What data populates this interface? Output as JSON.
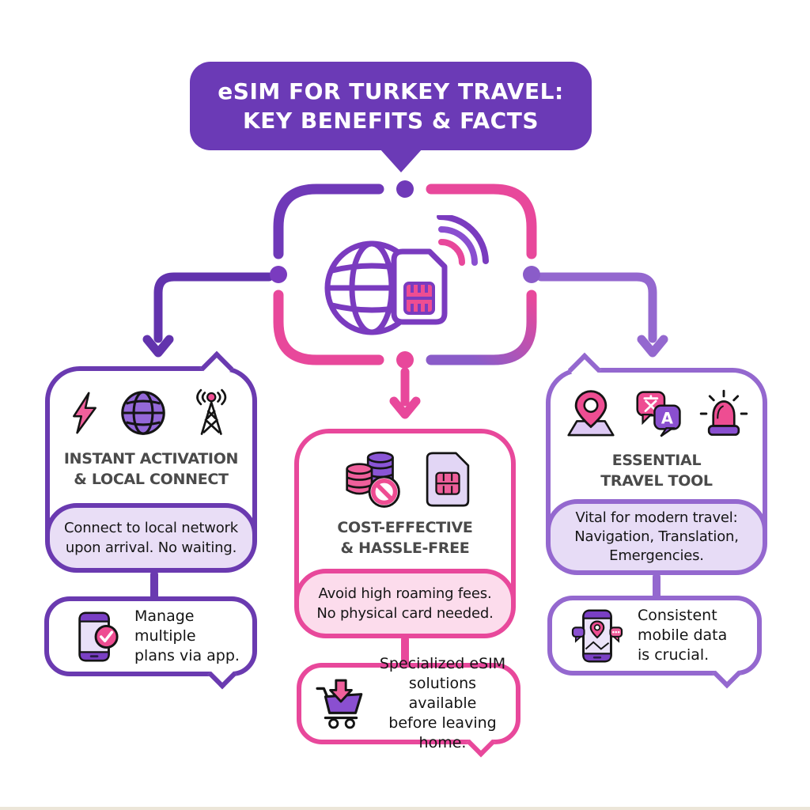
{
  "header": {
    "lines": [
      "eSIM FOR TURKEY TRAVEL:",
      "KEY BENEFITS & FACTS"
    ]
  },
  "center_graphic": {
    "icon": "globe-sim-wifi-icon",
    "description": "globe with eSIM card and wireless signal"
  },
  "columns": [
    {
      "key": "activation",
      "accent": "#6a3ab0",
      "icons": [
        "lightning-icon",
        "globe-icon",
        "antenna-icon"
      ],
      "title_lines": [
        "INSTANT ACTIVATION",
        "& LOCAL CONNECT"
      ],
      "highlight_lines": [
        "Connect to local network",
        "upon arrival. No waiting."
      ],
      "note": {
        "icon": "phone-check-icon",
        "lines": [
          "Manage multiple",
          "plans via app."
        ]
      }
    },
    {
      "key": "cost",
      "accent": "#e8489b",
      "icons": [
        "coins-ban-icon",
        "sim-card-icon"
      ],
      "title_lines": [
        "COST-EFFECTIVE",
        "& HASSLE-FREE"
      ],
      "highlight_lines": [
        "Avoid high roaming fees.",
        "No physical card needed."
      ],
      "note": {
        "icon": "cart-download-icon",
        "lines": [
          "Specialized eSIM",
          "solutions available",
          "before leaving home."
        ]
      }
    },
    {
      "key": "essential",
      "accent": "#9468cf",
      "icons": [
        "map-pin-icon",
        "translate-icon",
        "siren-icon"
      ],
      "title_lines": [
        "ESSENTIAL",
        "TRAVEL TOOL"
      ],
      "highlight_lines": [
        "Vital for modern travel:",
        "Navigation, Translation,",
        "Emergencies."
      ],
      "note": {
        "icon": "phone-map-icon",
        "lines": [
          "Consistent",
          "mobile data",
          "is crucial."
        ]
      }
    }
  ],
  "colors": {
    "header_bg": "#6b3ab6",
    "purple_dark": "#6a3ab0",
    "purple_mid": "#8a5cc9",
    "purple_light": "#9468cf",
    "pink": "#e8489b",
    "lavender_fill": "#e9def6",
    "pink_fill": "#fcdcec",
    "title_text": "#4a4a4a",
    "body_text": "#161616",
    "icon_pink": "#ee4d92",
    "icon_purple": "#8a4fd0",
    "icon_lavender": "#ddcdf2"
  }
}
